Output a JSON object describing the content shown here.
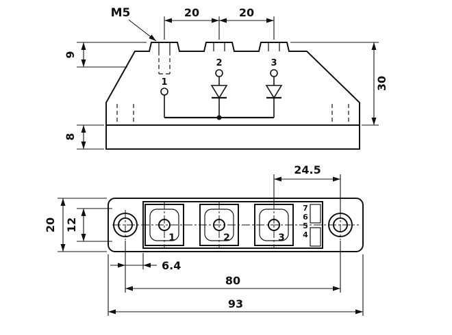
{
  "elevation": {
    "thread_label": "M5",
    "pitch_1": "20",
    "pitch_2": "20",
    "height_terminal": "9",
    "height_total": "30",
    "height_base": "8",
    "terminals": [
      "1",
      "2",
      "3"
    ]
  },
  "plan": {
    "hole_to_pad": "24.5",
    "width": "20",
    "pad_span": "12",
    "hole_inset": "6.4",
    "hole_pitch": "80",
    "length": "93",
    "pads": [
      "1",
      "2",
      "3"
    ],
    "aux_pins": [
      "7",
      "6",
      "5",
      "4"
    ]
  }
}
